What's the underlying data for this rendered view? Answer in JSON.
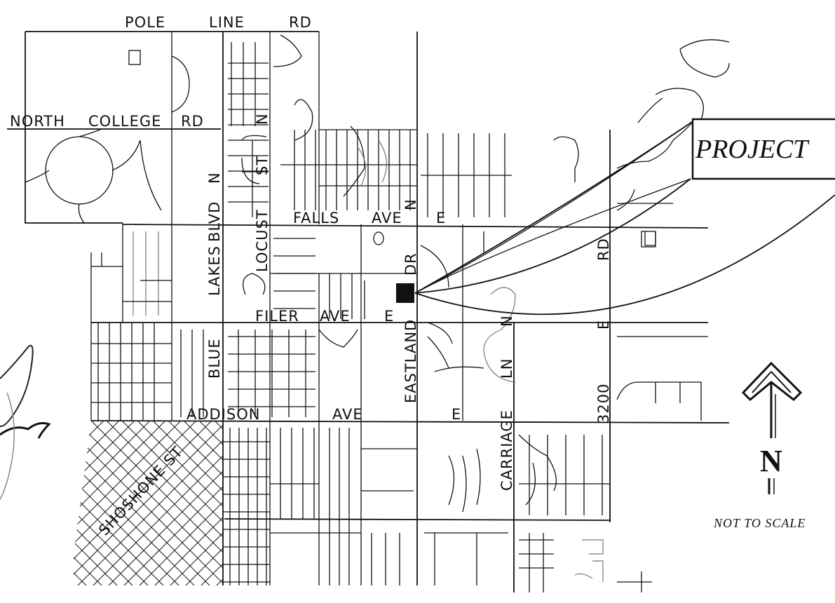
{
  "map": {
    "callout": "PROJECT",
    "north_letter": "N",
    "scale_note": "NOT TO SCALE",
    "colors": {
      "ink": "#111111",
      "paper": "#ffffff",
      "faint": "#777777"
    },
    "streets": {
      "pole_line_1": "POLE",
      "pole_line_2": "LINE",
      "pole_line_3": "RD",
      "north_college_1": "NORTH",
      "north_college_2": "COLLEGE",
      "north_college_3": "RD",
      "falls_1": "FALLS",
      "falls_2": "AVE",
      "falls_3": "E",
      "filer_1": "FILER",
      "filer_2": "AVE",
      "filer_3": "E",
      "addison_1": "ADDISON",
      "addison_2": "AVE",
      "addison_3": "E",
      "blue_lakes_1": "BLUE",
      "blue_lakes_2": "LAKES",
      "blue_lakes_3": "BLVD",
      "blue_lakes_4": "N",
      "locust_1": "LOCUST",
      "locust_2": "ST",
      "locust_3": "N",
      "eastland_1": "EASTLAND",
      "eastland_2": "DR",
      "eastland_3": "N",
      "carriage_1": "CARRIAGE",
      "carriage_2": "LN",
      "carriage_3": "N",
      "e3200_1": "3200",
      "e3200_2": "E",
      "e3200_3": "RD",
      "shoshone": "SHOSHONE ST"
    }
  }
}
